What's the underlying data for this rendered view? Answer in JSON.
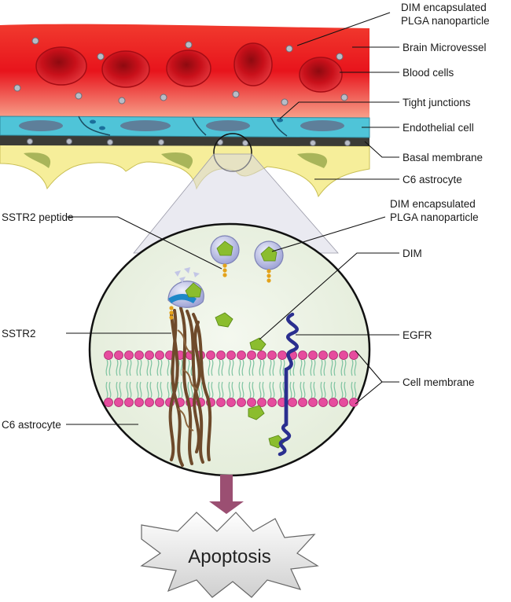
{
  "labels": {
    "dim_np_top_line1": "DIM encapsulated",
    "dim_np_top_line2": "PLGA nanoparticle",
    "brain_microvessel": "Brain Microvessel",
    "blood_cells": "Blood cells",
    "tight_junctions": "Tight junctions",
    "endothelial_cell": "Endothelial cell",
    "basal_membrane": "Basal membrane",
    "c6_astrocyte_top": "C6 astrocyte",
    "dim_np_mid_line1": "DIM encapsulated",
    "dim_np_mid_line2": "PLGA nanoparticle",
    "sstr2_peptide": "SSTR2 peptide",
    "dim": "DIM",
    "sstr2": "SSTR2",
    "egfr": "EGFR",
    "cell_membrane": "Cell membrane",
    "c6_astrocyte_bottom": "C6 astrocyte",
    "apoptosis": "Apoptosis"
  },
  "colors": {
    "vessel_red": "#e8141c",
    "blood_cell": "#c8101a",
    "endothelial": "#4fc4d8",
    "nucleus": "#5e7f9a",
    "basal": "#3b3b36",
    "astrocyte": "#f6ee9a",
    "astrocyte_body": "#a9b55a",
    "cell_interior": "#eef5e8",
    "lipid_head": "#e64c9e",
    "lipid_tail": "#7dc3a0",
    "egfr": "#2a2f8f",
    "sstr2": "#6e4a2b",
    "dim": "#8bbd2e",
    "arrow": "#9b4f72"
  }
}
